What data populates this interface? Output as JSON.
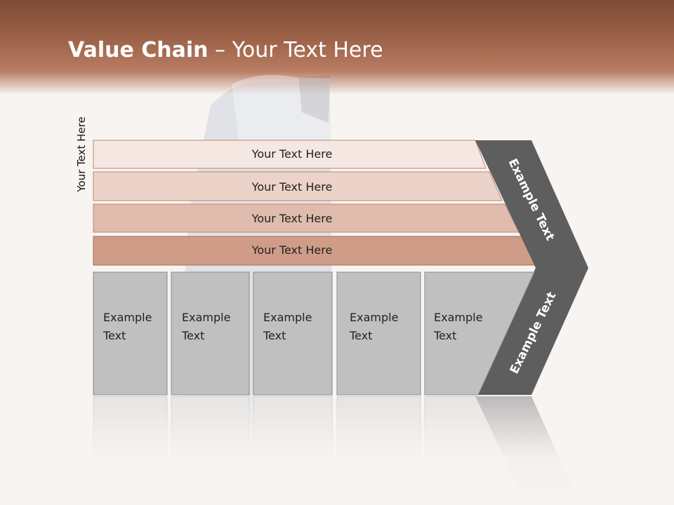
{
  "title": {
    "bold": "Value Chain",
    "rest": " – Your Text Here"
  },
  "side_label": "Your Text Here",
  "bars": [
    "Your Text Here",
    "Your Text Here",
    "Your Text Here",
    "Your Text Here"
  ],
  "boxes": [
    "Example Text",
    "Example Text",
    "Example Text",
    "Example Text",
    "Example Text"
  ],
  "arrow_top": "Example Text",
  "arrow_bottom": "Example Text",
  "colors": {
    "header": "#8b5038",
    "bar1": "#f5e8e3",
    "bar2": "#ebd3c9",
    "bar3": "#dfbcad",
    "bar4": "#cf9d87",
    "box": "#c0c0c0",
    "arrow": "#5e5e5e"
  }
}
